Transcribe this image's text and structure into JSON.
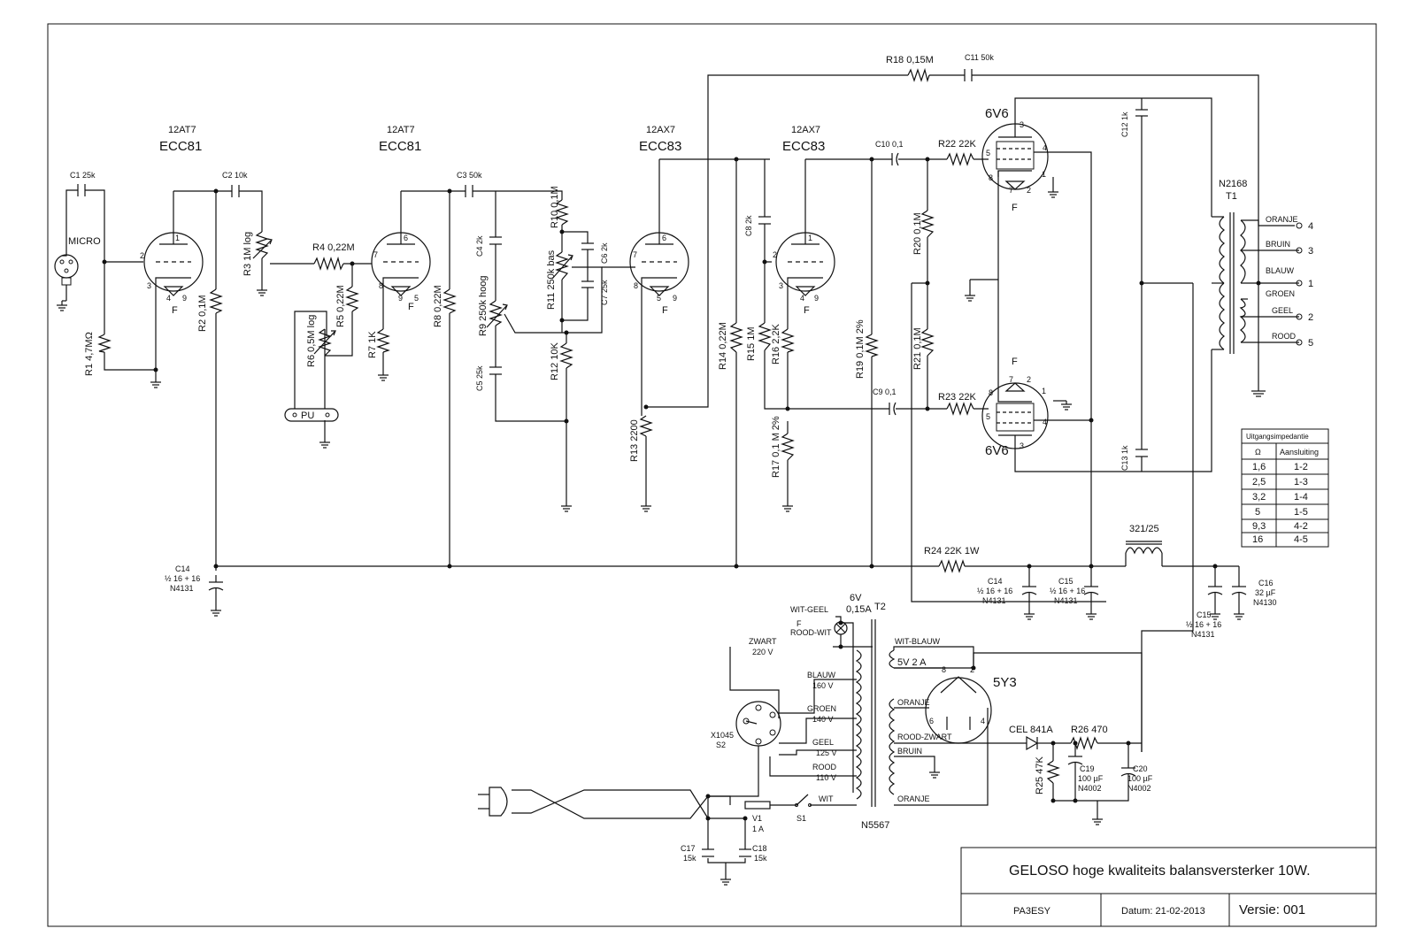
{
  "title_block": {
    "title": "GELOSO hoge kwaliteits balansversterker 10W.",
    "author": "PA3ESY",
    "date": "Datum: 21-02-2013",
    "version": "Versie: 001"
  },
  "tubes": [
    {
      "type": "12AT7",
      "name": "ECC81"
    },
    {
      "type": "12AT7",
      "name": "ECC81"
    },
    {
      "type": "12AX7",
      "name": "ECC83"
    },
    {
      "type": "12AX7",
      "name": "ECC83"
    },
    {
      "type": "",
      "name": "6V6"
    },
    {
      "type": "",
      "name": "6V6"
    },
    {
      "type": "",
      "name": "5Y3"
    }
  ],
  "labels": {
    "micro": "MICRO",
    "pu": "PU",
    "f": "F",
    "c1": "C1   25k",
    "c2": "C2   10k",
    "c3": "C3   50k",
    "c4": "C4   2k",
    "c5": "C5   25k",
    "c6": "C6   2k",
    "c7": "C7   25k",
    "c8": "C8   2k",
    "c9": "C9     0,1",
    "c10": "C10    0,1",
    "c11": "C11    50k",
    "c12": "C12   1k",
    "c13": "C13   1k",
    "r1": "R1 4,7MΩ",
    "r2": "R2 0,1M",
    "r3": "R3 1M log",
    "r4": "R4 0,22M",
    "r5": "R5 0,22M",
    "r6": "R6 0,5M log",
    "r7": "R7 1K",
    "r8": "R8 0,22M",
    "r9": "R9 250k hoog",
    "r10": "R10 0,1M",
    "r11": "R11 250k bas",
    "r12": "R12 10K",
    "r13": "R13 2200",
    "r14": "R14 0,22M",
    "r15": "R15 1M",
    "r16": "R16 2,2K",
    "r17": "R17 0,1 M 2%",
    "r18": "R18 0,15M",
    "r19": "R19 0,1M 2%",
    "r20": "R20 0,1M",
    "r21": "R21 0,1M",
    "r22": "R22 22K",
    "r23": "R23 22K",
    "r24": "R24 22K 1W",
    "r25": "R25 47K",
    "r26": "R26 470",
    "cel": "CEL 841A",
    "choke": "321/25",
    "t1_code": "N2168",
    "t1": "T1",
    "t2": "T2",
    "n5567": "N5567",
    "c14_left": [
      "C14",
      "½ 16 + 16",
      "N4131"
    ],
    "c14_mid": [
      "C14",
      "½ 16 + 16",
      "N4131"
    ],
    "c15_mid": [
      "C15",
      "½ 16 + 16",
      "N4131"
    ],
    "c15_right": [
      "C15",
      "½ 16 + 16",
      "N4131"
    ],
    "c16": [
      "C16",
      "32 µF",
      "N4130"
    ],
    "c19": [
      "C19",
      "100 µF",
      "N4002"
    ],
    "c20": [
      "C20",
      "100 µF",
      "N4002"
    ],
    "c17": [
      "C17",
      "15k"
    ],
    "c18": [
      "C18",
      "15k"
    ],
    "v1": [
      "V1",
      "1 A"
    ],
    "s1": "S1",
    "x1045": [
      "X1045",
      "S2"
    ],
    "lamp_v": "6V",
    "lamp_a": "0,15A",
    "wit_geel": "WIT-GEEL",
    "rood_wit": "ROOD-WIT",
    "zwart": [
      "ZWART",
      "220 V"
    ],
    "blauw_t2": [
      "BLAUW",
      "160 V"
    ],
    "groen_t2": [
      "GROEN",
      "140 V"
    ],
    "geel_t2": [
      "GEEL",
      "125 V"
    ],
    "rood_t2": [
      "ROOD",
      "110 V"
    ],
    "wit": "WIT",
    "wit_blauw": "WIT-BLAUW",
    "fil_5v": "5V 2 A",
    "oranje1": "ORANJE",
    "rood_zwart": "ROOD-ZWART",
    "bruin_t2": "BRUIN",
    "oranje2": "ORANJE"
  },
  "t1_taps": [
    {
      "color": "ORANJE",
      "pin": "4"
    },
    {
      "color": "BRUIN",
      "pin": "3"
    },
    {
      "color": "BLAUW",
      "pin": "1"
    },
    {
      "color": "GROEN",
      "pin": ""
    },
    {
      "color": "GEEL",
      "pin": "2"
    },
    {
      "color": "ROOD",
      "pin": "5"
    }
  ],
  "impedance_table": {
    "title": "Uitgangsimpedantie",
    "headers": [
      "Ω",
      "Aansluiting"
    ],
    "rows": [
      [
        "1,6",
        "1-2"
      ],
      [
        "2,5",
        "1-3"
      ],
      [
        "3,2",
        "1-4"
      ],
      [
        "5",
        "1-5"
      ],
      [
        "9,3",
        "4-2"
      ],
      [
        "16",
        "4-5"
      ]
    ]
  }
}
